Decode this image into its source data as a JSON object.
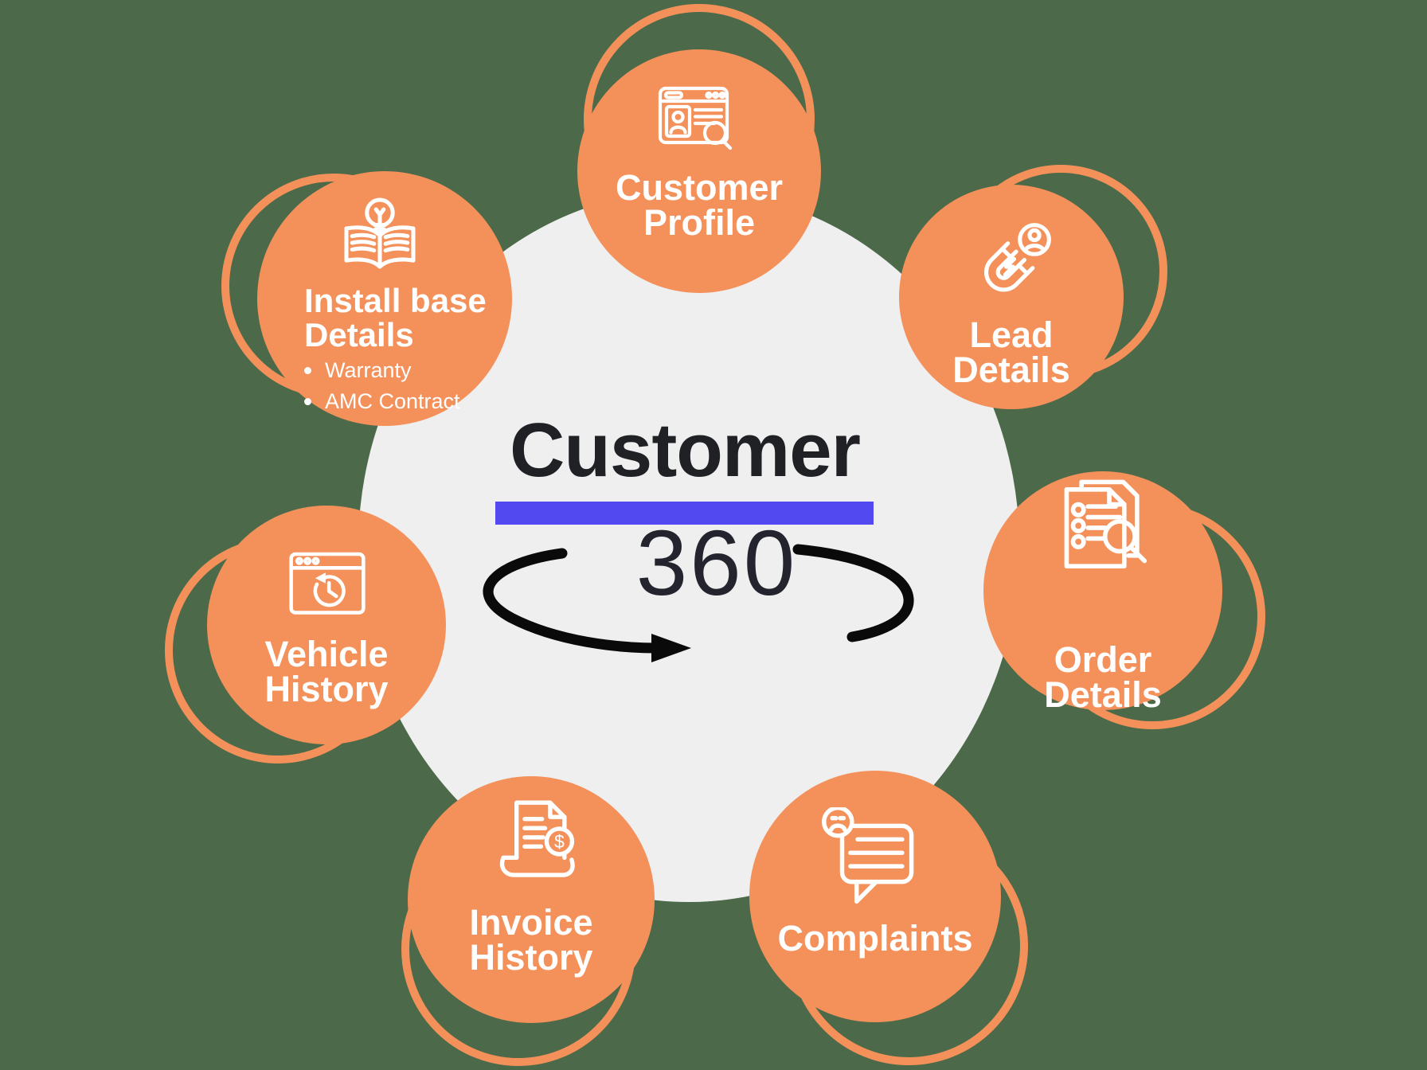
{
  "title": "Customer 360 diagram",
  "background_color": "#4C6A49",
  "palette": {
    "orange": "#F4915A",
    "light_gray": "#EFEFF0",
    "dark_text": "#1F2125",
    "blue_bar": "#5349F1",
    "arrow_black": "#0A0A0A",
    "white": "#FFFFFF"
  },
  "center": {
    "title": "Customer",
    "subtitle": "360",
    "rotation_icon": "rotation-arrow-icon"
  },
  "nodes": [
    {
      "id": "customer-profile",
      "lines": [
        "Customer",
        "Profile"
      ],
      "icon": "browser-profile-icon"
    },
    {
      "id": "lead-details",
      "lines": [
        "Lead",
        "Details"
      ],
      "icon": "magnet-lead-icon"
    },
    {
      "id": "order-details",
      "lines": [
        "Order",
        "Details"
      ],
      "icon": "order-checklist-icon"
    },
    {
      "id": "complaints",
      "lines": [
        "Complaints"
      ],
      "icon": "complaint-bubble-icon"
    },
    {
      "id": "invoice-history",
      "lines": [
        "Invoice",
        "History"
      ],
      "icon": "invoice-receipt-icon"
    },
    {
      "id": "vehicle-history",
      "lines": [
        "Vehicle",
        "History"
      ],
      "icon": "history-window-icon"
    },
    {
      "id": "install-base",
      "lines": [
        "Install base",
        "Details"
      ],
      "bullets": [
        "Warranty",
        "AMC Contract"
      ],
      "icon": "book-bulb-icon"
    }
  ]
}
